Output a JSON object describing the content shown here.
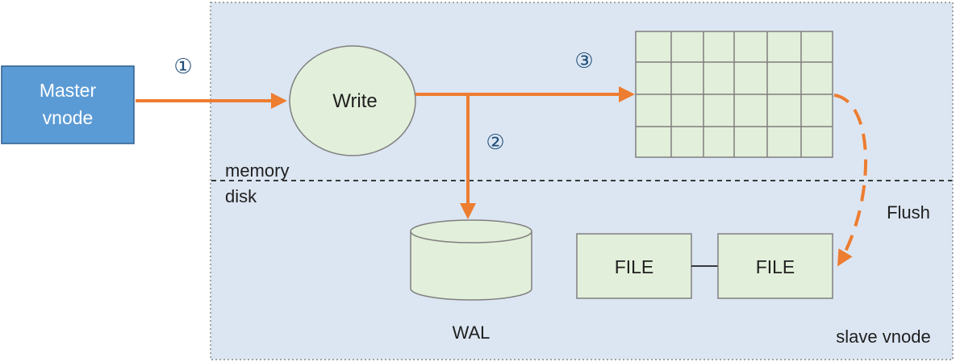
{
  "master_vnode": {
    "line1": "Master",
    "line2": "vnode"
  },
  "write_label": "Write",
  "step_markers": [
    "①",
    "②",
    "③"
  ],
  "memory_label": "memory",
  "disk_label": "disk",
  "flush_label": "Flush",
  "wal_label": "WAL",
  "files": [
    "FILE",
    "FILE"
  ],
  "slave_vnode_label": "slave vnode",
  "memtable": {
    "rows": 4,
    "cols": 6
  },
  "colors": {
    "region_fill": "#dce6f2",
    "master_fill": "#5b9bd5",
    "node_fill": "#e2efda",
    "arrow": "#ed7d31",
    "circled": "#1f4e79"
  }
}
